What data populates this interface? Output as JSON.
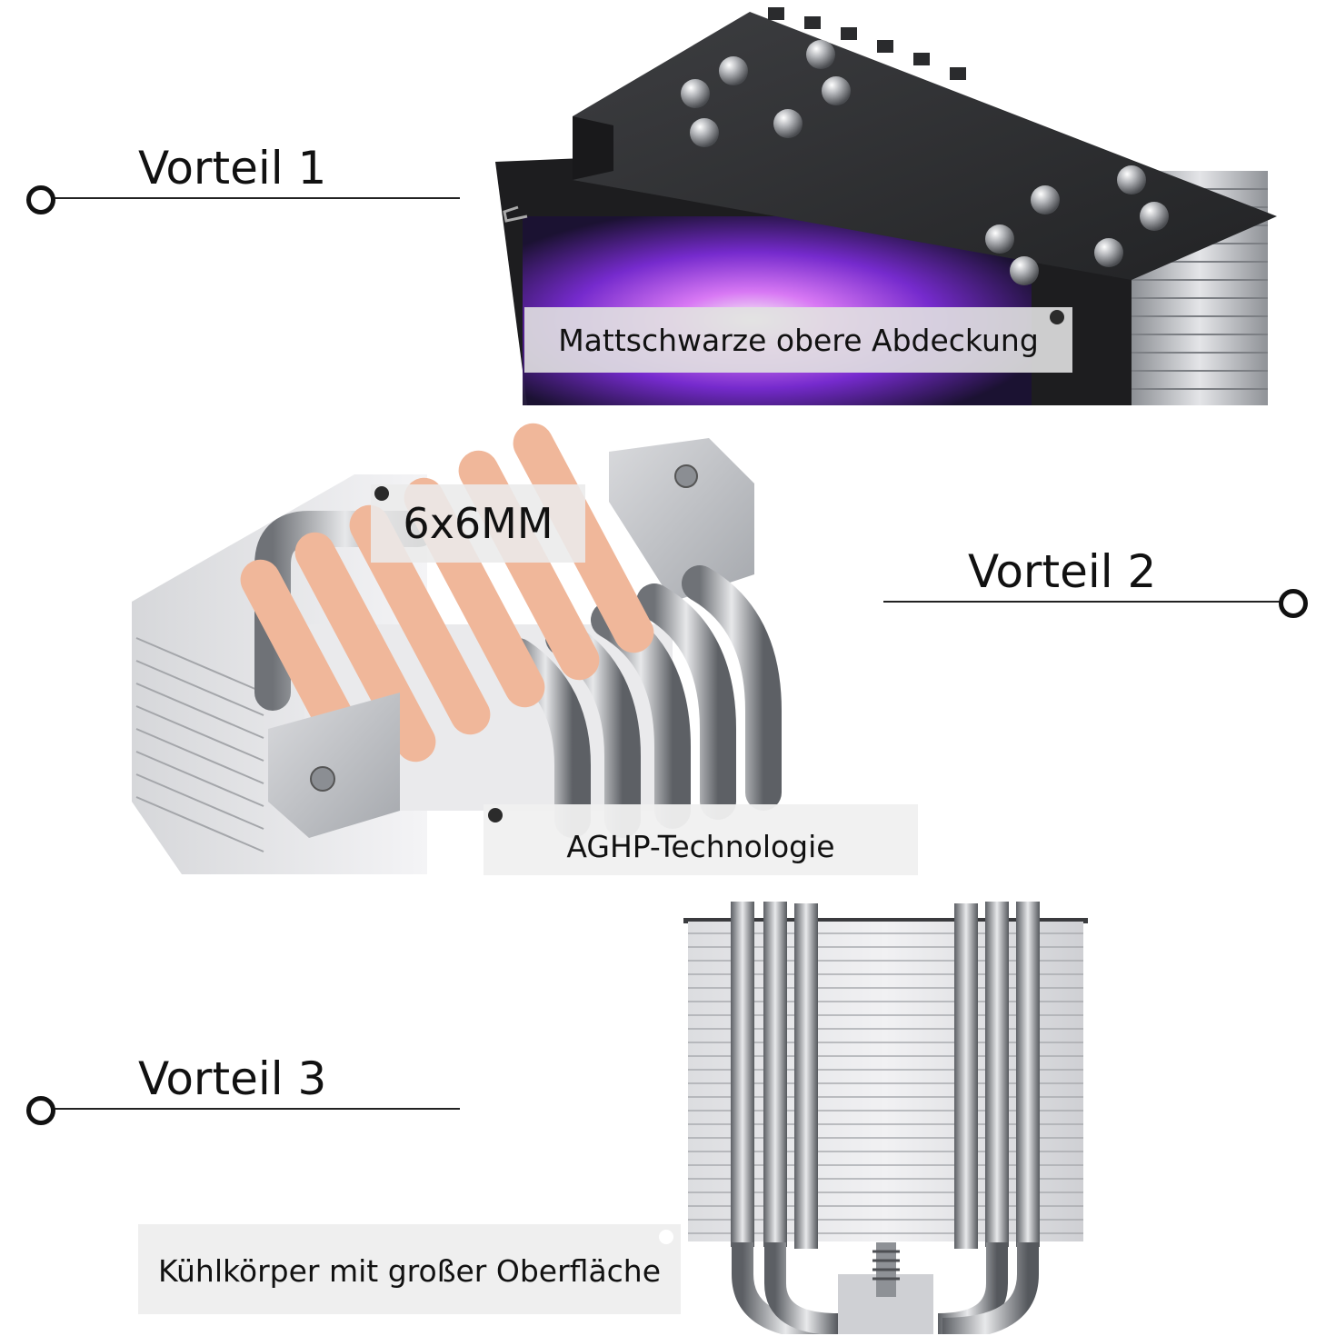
{
  "sections": [
    {
      "heading": "Vorteil 1",
      "caption": "Mattschwarze obere Abdeckung"
    },
    {
      "heading": "Vorteil 2",
      "badge": "6x6MM",
      "caption": "AGHP-Technologie"
    },
    {
      "heading": "Vorteil 3",
      "caption": "Kühlkörper mit großer Oberfläche"
    }
  ],
  "colors": {
    "cover": "#2f3032",
    "fan_glow": "#b14bff",
    "copper": "#f0b79a",
    "fins": "#c9cbcf"
  },
  "icons": [
    "ring-marker-icon",
    "caption-dot-icon"
  ]
}
